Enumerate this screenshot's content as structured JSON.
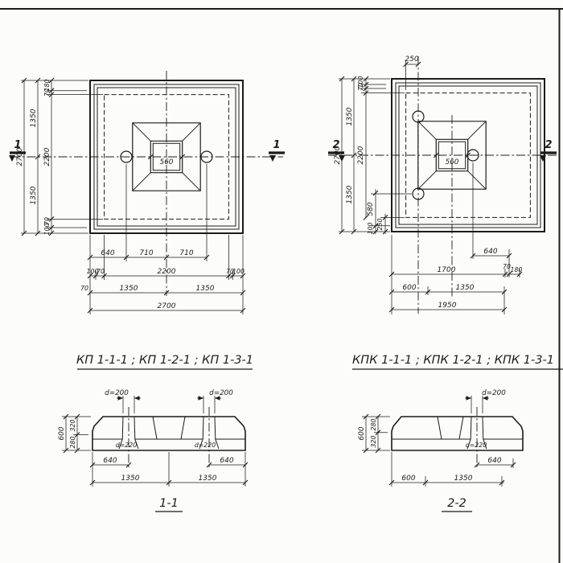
{
  "colors": {
    "ink": "#1b1b1b",
    "paper": "#fcfcfa"
  },
  "titles": {
    "kp_series": "КП 1-1-1 ; КП 1-2-1 ; КП 1-3-1",
    "kpk_series": "КПК 1-1-1 ; КПК 1-2-1 ; КПК 1-3-1"
  },
  "plan_kp": {
    "section_mark": "1",
    "cup_dim": "560",
    "left_dims": [
      "2700",
      "1350",
      "1350",
      "180",
      "70",
      "2200",
      "70",
      "100"
    ],
    "bottom_dims": [
      "640",
      "710",
      "710",
      "100",
      "70",
      "2200",
      "70",
      "100",
      "70",
      "1350",
      "1350",
      "2700"
    ]
  },
  "plan_kpk": {
    "section_mark": "2",
    "cup_dim": "560",
    "top_dim": "250",
    "left_dims": [
      "2700",
      "1350",
      "1350",
      "100",
      "70",
      "2200",
      "580",
      "100",
      "250"
    ],
    "bottom_dims": [
      "640",
      "1700",
      "70",
      "180",
      "600",
      "1350",
      "1950"
    ]
  },
  "section_11": {
    "title": "1-1",
    "d_top": "d=200",
    "d_bottom": "d=220",
    "height_dims": [
      "600",
      "320",
      "280"
    ],
    "bottom_dims": [
      "640",
      "640",
      "1350",
      "1350"
    ]
  },
  "section_22": {
    "title": "2-2",
    "d_top": "d=200",
    "d_bottom": "d=220",
    "height_dims": [
      "600",
      "280",
      "320"
    ],
    "bottom_dims": [
      "640",
      "600",
      "1350"
    ]
  }
}
